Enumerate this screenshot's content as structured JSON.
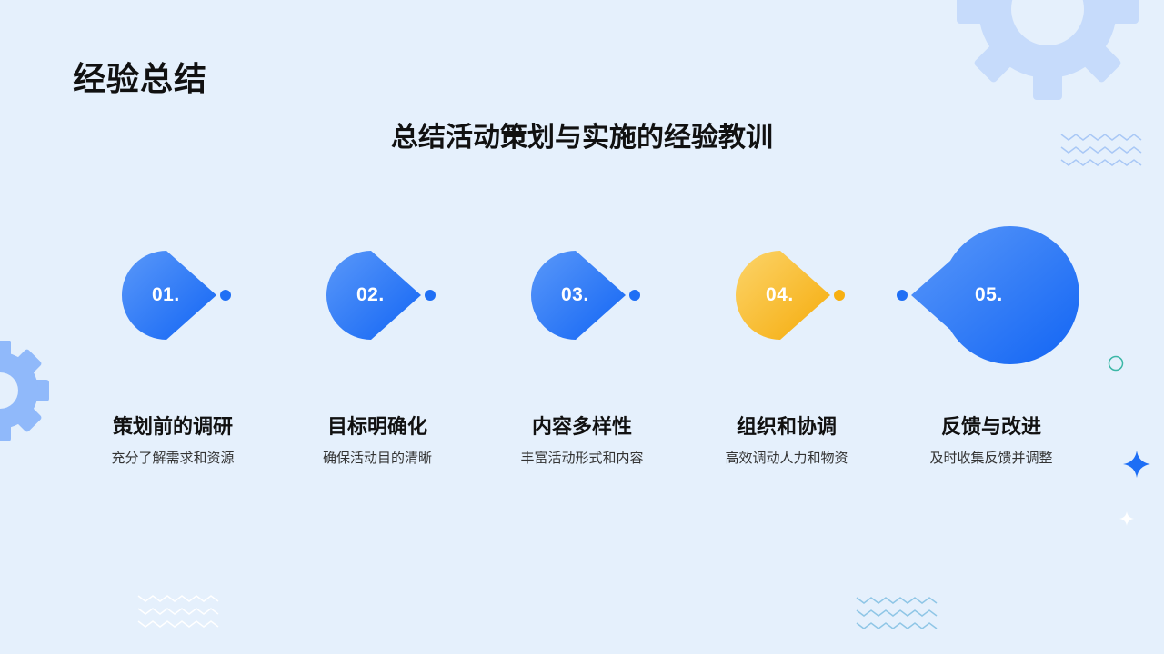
{
  "page": {
    "title": "经验总结",
    "subtitle": "总结活动策划与实施的经验教训"
  },
  "colors": {
    "background": "#e5f0fc",
    "blue": "#1569f5",
    "blue_light": "#4f8ff8",
    "orange": "#f7b012",
    "orange_light": "#fbd064",
    "gear": "#c6dbfb"
  },
  "steps": [
    {
      "number": "01.",
      "title": "策划前的调研",
      "desc": "充分了解需求和资源",
      "color": "blue"
    },
    {
      "number": "02.",
      "title": "目标明确化",
      "desc": "确保活动目的清晰",
      "color": "blue"
    },
    {
      "number": "03.",
      "title": "内容多样性",
      "desc": "丰富活动形式和内容",
      "color": "blue"
    },
    {
      "number": "04.",
      "title": "组织和协调",
      "desc": "高效调动人力和物资",
      "color": "orange"
    },
    {
      "number": "05.",
      "title": "反馈与改进",
      "desc": "及时收集反馈并调整",
      "color": "blue"
    }
  ],
  "icons": [
    "gear-icon",
    "gear-icon",
    "wave-pattern",
    "sparkle-icon",
    "ring-icon"
  ]
}
